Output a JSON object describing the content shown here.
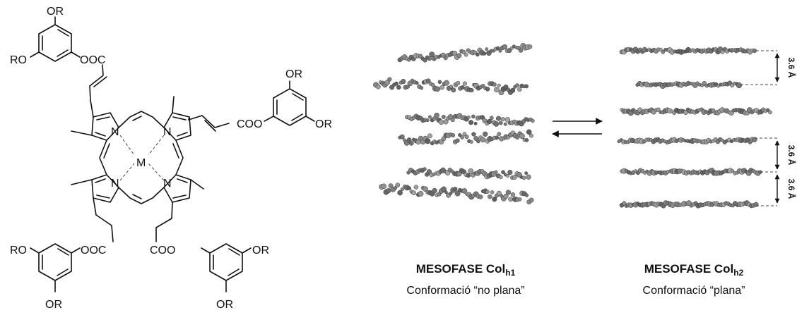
{
  "molecule": {
    "ring_labels": {
      "OR": "OR",
      "RO": "RO"
    },
    "ester_labels": {
      "OOC": "OOC",
      "COO": "COO"
    },
    "nitrogen": "N",
    "metal": "M"
  },
  "mesophases": {
    "left": {
      "title": "MESOFASE Col",
      "subscript": "h1",
      "subtitle": "Conformació “no plana”"
    },
    "right": {
      "title": "MESOFASE Col",
      "subscript": "h2",
      "subtitle": "Conformació “plana”"
    }
  },
  "spacing_label": "3.6 Å"
}
